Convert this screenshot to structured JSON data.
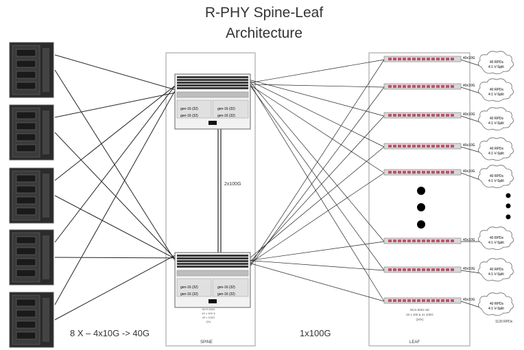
{
  "title": {
    "line1": "R-PHY Spine-Leaf",
    "line2": "Architecture"
  },
  "labels": {
    "uplink": "8 X – 4x10G -> 40G",
    "downlink": "1x100G",
    "interconnect": "2x100G",
    "spine_area": "SPINE",
    "leaf_area": "LEAF",
    "leaf_total": "1120 RPDs"
  },
  "spine": {
    "chassis_label": [
      "NCS-5504",
      "4X x 400 &",
      "40 x 100G",
      "(2x)"
    ],
    "linecard_labels": [
      "gen-16 (32)",
      "gen-16 (32)",
      "gen-16 (32)",
      "gen-16 (32)"
    ]
  },
  "leaf": {
    "chassis_label": [
      "NCS-5501-SE",
      "40 x 100 & 2x 100G",
      "(20X)"
    ],
    "port_labels": [
      "40x10G",
      "40x10G",
      "40x10G",
      "40x10G",
      "40x10G",
      "40x10G",
      "40x10G",
      "40x10G"
    ]
  },
  "rpd_clouds": [
    {
      "line1": "40 RPDs",
      "line2": "4:1 V-Split"
    },
    {
      "line1": "40 RPDs",
      "line2": "4:1 V-Split"
    },
    {
      "line1": "40 RPDs",
      "line2": "4:1 V-Split"
    },
    {
      "line1": "40 RPDs",
      "line2": "4:1 V-Split"
    },
    {
      "line1": "40 RPDs",
      "line2": "4:1 V-Split"
    },
    {
      "line1": "40 RPDs",
      "line2": "4:1 V-Split"
    },
    {
      "line1": "40 RPDs",
      "line2": "4:1 V-Split"
    },
    {
      "line1": "40 RPDs",
      "line2": "4:1 V-Split"
    }
  ],
  "colors": {
    "switch_accent": "#c0506a",
    "server_dark": "#2b2b2b",
    "line": "#222222"
  }
}
